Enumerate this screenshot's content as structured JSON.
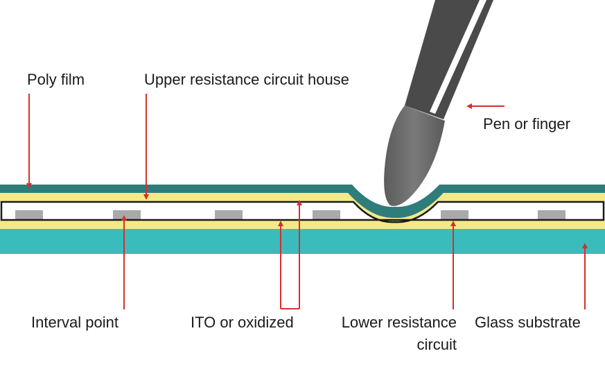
{
  "labels": {
    "poly_film": "Poly film",
    "upper_circuit": "Upper resistance circuit house",
    "pen_or_finger": "Pen or finger",
    "interval_point": "Interval point",
    "ito": "ITO or oxidized",
    "lower_circuit_line1": "Lower resistance",
    "lower_circuit_line2": "circuit",
    "glass_substrate": "Glass substrate"
  },
  "colors": {
    "poly_film": "#2e7d7a",
    "ito_layer": "#f3e98a",
    "glass": "#3bbcbc",
    "dot": "#a9a9a9",
    "arrow": "#d0312d",
    "pen_body": "#4a4a4a",
    "pen_tip": "#6f6f6f"
  }
}
